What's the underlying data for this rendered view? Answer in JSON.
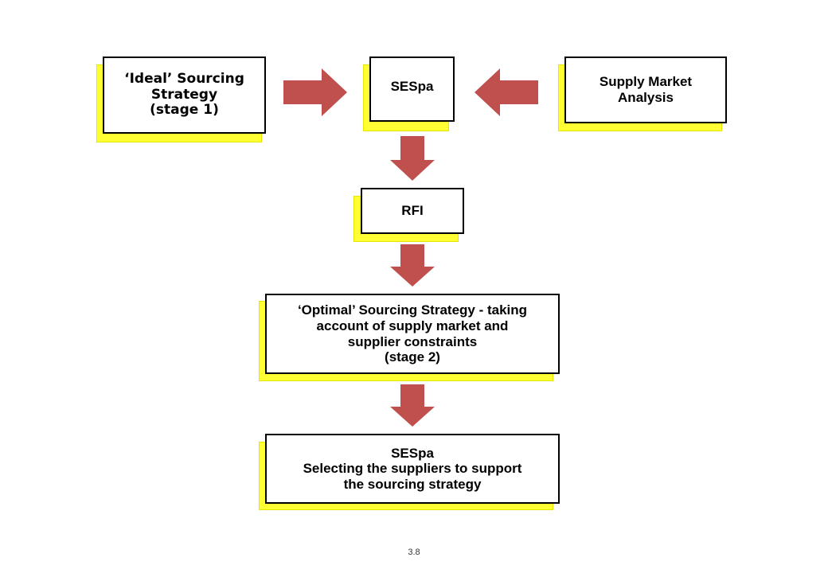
{
  "diagram": {
    "colors": {
      "arrow": "#c0504d",
      "shadow": "#ffff33",
      "box_border": "#000000"
    },
    "nodes": {
      "ideal": {
        "lines": [
          "‘Ideal’ Sourcing",
          "Strategy",
          "(stage 1)"
        ]
      },
      "sespa_top": {
        "lines": [
          "SESpa"
        ]
      },
      "supply_market": {
        "lines": [
          "Supply Market",
          "Analysis"
        ]
      },
      "rfi": {
        "lines": [
          "RFI"
        ]
      },
      "optimal": {
        "lines": [
          "‘Optimal’ Sourcing Strategy - taking",
          "account of supply market and",
          "supplier constraints",
          "(stage 2)"
        ]
      },
      "sespa_bottom": {
        "lines": [
          "SESpa",
          "Selecting the suppliers to support",
          "the sourcing strategy"
        ]
      }
    }
  },
  "footer": {
    "page_number": "3.8"
  }
}
